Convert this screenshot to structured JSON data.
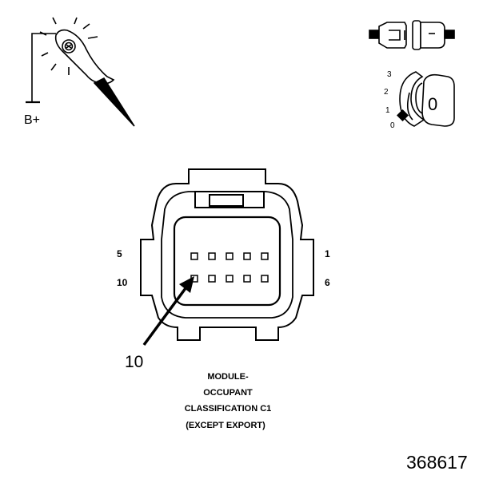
{
  "probe": {
    "label": "B+"
  },
  "ignition": {
    "positions": [
      "3",
      "2",
      "1",
      "0"
    ],
    "key_label": "0"
  },
  "connector": {
    "pin_labels": {
      "top_left": "5",
      "bottom_left": "10",
      "top_right": "1",
      "bottom_right": "6"
    },
    "callout": "10",
    "caption": [
      "MODULE-",
      "OCCUPANT",
      "CLASSIFICATION C1",
      "(EXCEPT EXPORT)"
    ]
  },
  "figure_number": "368617"
}
